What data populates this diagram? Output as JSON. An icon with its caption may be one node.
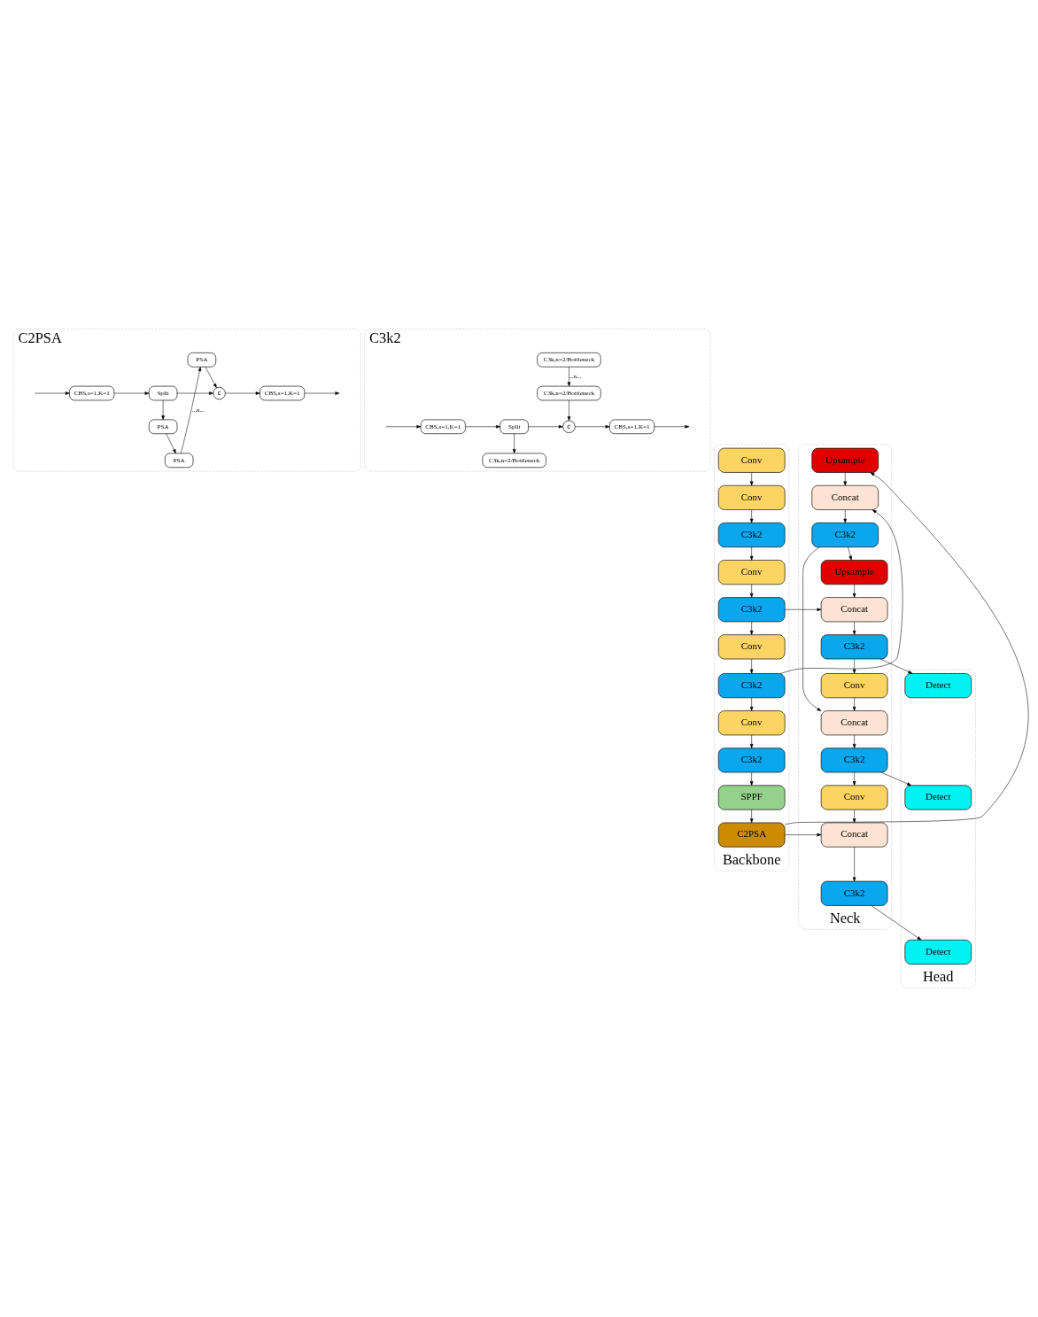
{
  "diagram": {
    "nodes": [
      {
        "text": [
          "C2PSA"
        ]
      },
      {
        "text": [
          "PSA"
        ],
        "in": 0
      },
      {
        "text": [
          "PSA"
        ],
        "in": 0
      },
      {
        "text": [
          "PSA"
        ],
        "in": 0
      },
      {
        "text": [
          "CBS,s=1,K=1"
        ],
        "in": 0
      },
      {
        "text": [
          "Split"
        ],
        "in": 0
      },
      {
        "text": [
          "c"
        ],
        "in": 0
      },
      {
        "text": [
          "CBS,s=1,K=1"
        ],
        "in": 0
      },
      {
        "text": [
          "C3k2"
        ]
      },
      {
        "text": [
          "C3k,n=2/Bottleneck"
        ],
        "in": 8
      },
      {
        "text": [
          "C3k,n=2/Bottleneck"
        ],
        "in": 8
      },
      {
        "text": [
          "C3k,n=2/Bottleneck"
        ],
        "in": 8
      },
      {
        "text": [
          "CBS,s=1,K=1"
        ],
        "in": 8
      },
      {
        "text": [
          "Split"
        ],
        "in": 8
      },
      {
        "text": [
          "c"
        ],
        "in": 8
      },
      {
        "text": [
          "CBS,s=1,K=1"
        ],
        "in": 8
      },
      {
        "text": [
          "Backbone"
        ]
      },
      {
        "text": [
          "Conv"
        ],
        "in": 16
      },
      {
        "text": [
          "Conv"
        ],
        "in": 16
      },
      {
        "text": [
          "C3k2"
        ],
        "in": 16
      },
      {
        "text": [
          "Conv"
        ],
        "in": 16
      },
      {
        "text": [
          "C3k2"
        ],
        "in": 16
      },
      {
        "text": [
          "Conv"
        ],
        "in": 16
      },
      {
        "text": [
          "C3k2"
        ],
        "in": 16
      },
      {
        "text": [
          "Conv"
        ],
        "in": 16
      },
      {
        "text": [
          "C3k2"
        ],
        "in": 16
      },
      {
        "text": [
          "SPPF"
        ],
        "in": 16
      },
      {
        "text": [
          "C2PSA"
        ],
        "in": 16
      },
      {
        "text": [
          "Neck"
        ]
      },
      {
        "text": [
          "C3k2"
        ],
        "in": 28
      },
      {
        "text": [
          "Concat"
        ],
        "in": 28
      },
      {
        "text": [
          "Upsample"
        ],
        "in": 28
      },
      {
        "text": [
          "C3k2"
        ],
        "in": 28
      },
      {
        "text": [
          "Concat"
        ],
        "in": 28
      },
      {
        "text": [
          "Upsample"
        ],
        "in": 28
      },
      {
        "text": [
          "Conv"
        ],
        "in": 28
      },
      {
        "text": [
          "Concat"
        ],
        "in": 28
      },
      {
        "text": [
          "C3k2"
        ],
        "in": 28
      },
      {
        "text": [
          "Conv"
        ],
        "in": 28
      },
      {
        "text": [
          "Concat"
        ],
        "in": 28
      },
      {
        "text": [
          "C3k2"
        ],
        "in": 28
      },
      {
        "text": [
          "Head"
        ]
      },
      {
        "text": [
          "Detect"
        ],
        "in": 41
      },
      {
        "text": [
          "Detect"
        ],
        "in": 41
      },
      {
        "text": [
          "Detect"
        ],
        "in": 41
      }
    ],
    "edges": [
      {
        "from": null,
        "to": 4,
        "arrow": "to"
      },
      {
        "from": 4,
        "to": 5,
        "arrow": "to"
      },
      {
        "from": 5,
        "to": 3,
        "arrow": "to"
      },
      {
        "from": 5,
        "to": 6,
        "arrow": "to"
      },
      {
        "from": 3,
        "to": 2,
        "arrow": "to"
      },
      {
        "from": 2,
        "to": 1,
        "arrow": "to",
        "label": "...n..."
      },
      {
        "from": 1,
        "to": 6,
        "arrow": "to"
      },
      {
        "from": 6,
        "to": 7,
        "arrow": "to"
      },
      {
        "from": 7,
        "to": null,
        "arrow": "to"
      },
      {
        "from": null,
        "to": 12,
        "arrow": "to"
      },
      {
        "from": 12,
        "to": 13,
        "arrow": "to"
      },
      {
        "from": 13,
        "to": 11,
        "arrow": "to"
      },
      {
        "from": 13,
        "to": 14,
        "arrow": "to"
      },
      {
        "from": 10,
        "to": 9,
        "arrow": "to",
        "label": "...n..."
      },
      {
        "from": 9,
        "to": 14,
        "arrow": "to"
      },
      {
        "from": 14,
        "to": 15,
        "arrow": "to"
      },
      {
        "from": 15,
        "to": null,
        "arrow": "to"
      },
      {
        "from": 17,
        "to": 18,
        "arrow": "to"
      },
      {
        "from": 18,
        "to": 19,
        "arrow": "to"
      },
      {
        "from": 19,
        "to": 20,
        "arrow": "to"
      },
      {
        "from": 20,
        "to": 21,
        "arrow": "to"
      },
      {
        "from": 21,
        "to": 22,
        "arrow": "to"
      },
      {
        "from": 22,
        "to": 23,
        "arrow": "to"
      },
      {
        "from": 23,
        "to": 24,
        "arrow": "to"
      },
      {
        "from": 24,
        "to": 25,
        "arrow": "to"
      },
      {
        "from": 25,
        "to": 26,
        "arrow": "to"
      },
      {
        "from": 26,
        "to": 27,
        "arrow": "to"
      },
      {
        "from": 21,
        "to": 30,
        "arrow": "to"
      },
      {
        "from": 23,
        "to": 33,
        "arrow": "to"
      },
      {
        "from": 27,
        "to": 34,
        "arrow": "to"
      },
      {
        "from": 27,
        "to": 39,
        "arrow": "to"
      },
      {
        "from": 34,
        "to": 33,
        "arrow": "to"
      },
      {
        "from": 33,
        "to": 32,
        "arrow": "to"
      },
      {
        "from": 32,
        "to": 31,
        "arrow": "to"
      },
      {
        "from": 31,
        "to": 30,
        "arrow": "to"
      },
      {
        "from": 30,
        "to": 29,
        "arrow": "to"
      },
      {
        "from": 29,
        "to": 42,
        "arrow": "to"
      },
      {
        "from": 29,
        "to": 35,
        "arrow": "to"
      },
      {
        "from": 35,
        "to": 36,
        "arrow": "to"
      },
      {
        "from": 32,
        "to": 36,
        "arrow": "to"
      },
      {
        "from": 36,
        "to": 37,
        "arrow": "to"
      },
      {
        "from": 37,
        "to": 43,
        "arrow": "to"
      },
      {
        "from": 37,
        "to": 38,
        "arrow": "to"
      },
      {
        "from": 38,
        "to": 39,
        "arrow": "to"
      },
      {
        "from": 39,
        "to": 40,
        "arrow": "to"
      },
      {
        "from": 40,
        "to": 44,
        "arrow": "to"
      }
    ]
  }
}
